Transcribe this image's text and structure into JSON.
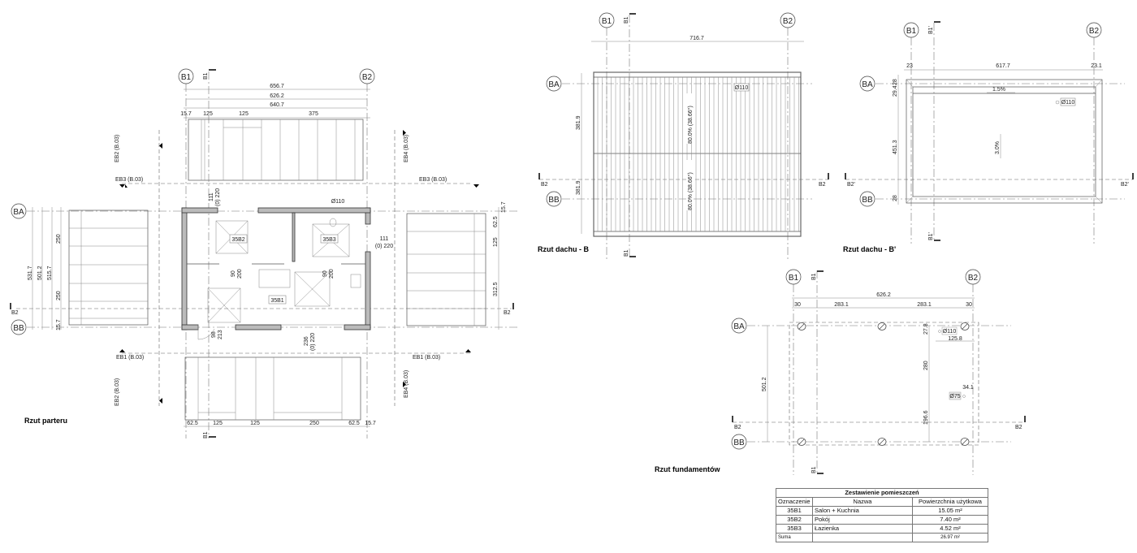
{
  "grid": {
    "b1": "B1",
    "b2": "B2",
    "ba": "BA",
    "bb": "BB",
    "sec_b1": "B1",
    "sec_b2": "B2",
    "sec_b1p": "B1'",
    "sec_b2p": "B2'"
  },
  "ground": {
    "title": "Rzut parteru",
    "top_dims": [
      "656.7",
      "626.2",
      "640.7"
    ],
    "top_segs": [
      "15.7",
      "125",
      "125",
      "375"
    ],
    "bottom_segs": [
      "62.5",
      "125",
      "125",
      "250",
      "62.5",
      "15.7"
    ],
    "left_dims": [
      "531.7",
      "501.2",
      "515.7",
      "250",
      "250",
      "15.7"
    ],
    "right_dims": [
      "15.7",
      "62.5",
      "125",
      "312.5"
    ],
    "elev_marks": {
      "eb1": "EB1 (B.03)",
      "eb2": "EB2 (B.03)",
      "eb3": "EB3 (B.03)",
      "eb4": "EB4 (B.03)"
    },
    "rooms": [
      "35B1",
      "35B2",
      "35B3"
    ],
    "pipe": "Ø110",
    "openings": {
      "w1a": "111",
      "w1b": "(0) 220",
      "w2a": "111",
      "w2b": "(0) 220",
      "d1a": "90",
      "d1b": "200",
      "d2a": "90",
      "d2b": "200",
      "w3a": "236",
      "w3b": "(0) 220",
      "d3a": "98",
      "d3b": "213"
    }
  },
  "roof_b": {
    "title": "Rzut dachu - B",
    "width": "716.7",
    "h1": "381.9",
    "h2": "381.9",
    "pipe": "Ø110",
    "slope1": "80.0% (38.66°)",
    "slope2": "80.0% (38.66°)"
  },
  "roof_bp": {
    "title": "Rzut dachu - B'",
    "width": "617.7",
    "left": "23",
    "right": "23.1",
    "height": "451.3",
    "t1": "28",
    "t2": "29.4",
    "b1": "28",
    "slope1": "1.5%",
    "slope2": "3.0%",
    "pipe": "Ø110"
  },
  "foundation": {
    "title": "Rzut fundamentów",
    "width": "626.2",
    "segs": [
      "30",
      "283.1",
      "283.1",
      "30"
    ],
    "height": "501.2",
    "d1": "27.8",
    "d2": "280",
    "d3": "196.6",
    "d4": "125.8",
    "d5": "34.1",
    "pipe1": "Ø110",
    "pipe2": "Ø75"
  },
  "schedule": {
    "title": "Zestawienie pomieszczeń",
    "headers": [
      "Oznaczenie",
      "Nazwa",
      "Powierzchnia użytkowa"
    ],
    "rows": [
      {
        "id": "35B1",
        "name": "Salon + Kuchnia",
        "area": "15.05 m²"
      },
      {
        "id": "35B2",
        "name": "Pokój",
        "area": "7.40 m²"
      },
      {
        "id": "35B3",
        "name": "Łazienka",
        "area": "4.52 m²"
      }
    ],
    "sum_label": "Suma",
    "sum_value": "26.97 m²"
  }
}
